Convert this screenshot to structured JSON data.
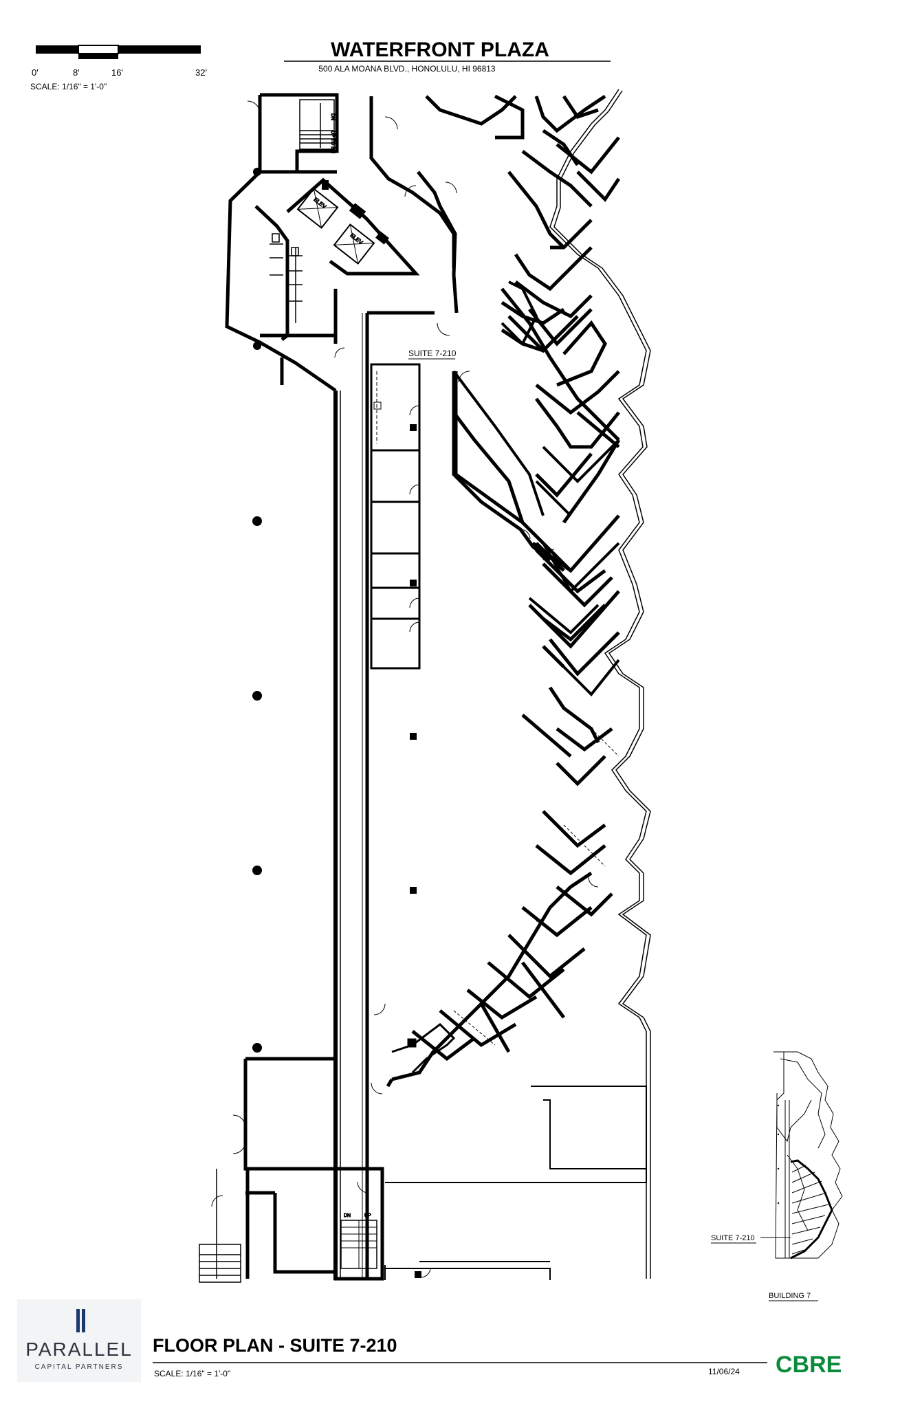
{
  "header": {
    "title": "WATERFRONT PLAZA",
    "address": "500 ALA MOANA BLVD., HONOLULU, HI 96813"
  },
  "scale_bar": {
    "ticks": [
      "0'",
      "8'",
      "16'",
      "32'"
    ],
    "scale_text": "SCALE: 1/16\" = 1'-0\""
  },
  "plan": {
    "suite_label": "SUITE 7-210",
    "elevator_label_1": "ELEV",
    "elevator_label_2": "ELEV",
    "stair_upper_label_a": "DN",
    "stair_upper_label_b": "UP TO 3rd",
    "stair_lower_dn": "DN",
    "stair_lower_up": "UP"
  },
  "key_plan": {
    "suite_label": "SUITE 7-210",
    "building_label": "BUILDING 7"
  },
  "footer": {
    "brand_name": "PARALLEL",
    "brand_sub": "CAPITAL PARTNERS",
    "plan_title": "FLOOR PLAN - SUITE 7-210",
    "scale_text": "SCALE: 1/16\" = 1'-0\"",
    "date": "11/06/24",
    "cbre": "CBRE",
    "cbre_color": "#0a8a3a"
  }
}
